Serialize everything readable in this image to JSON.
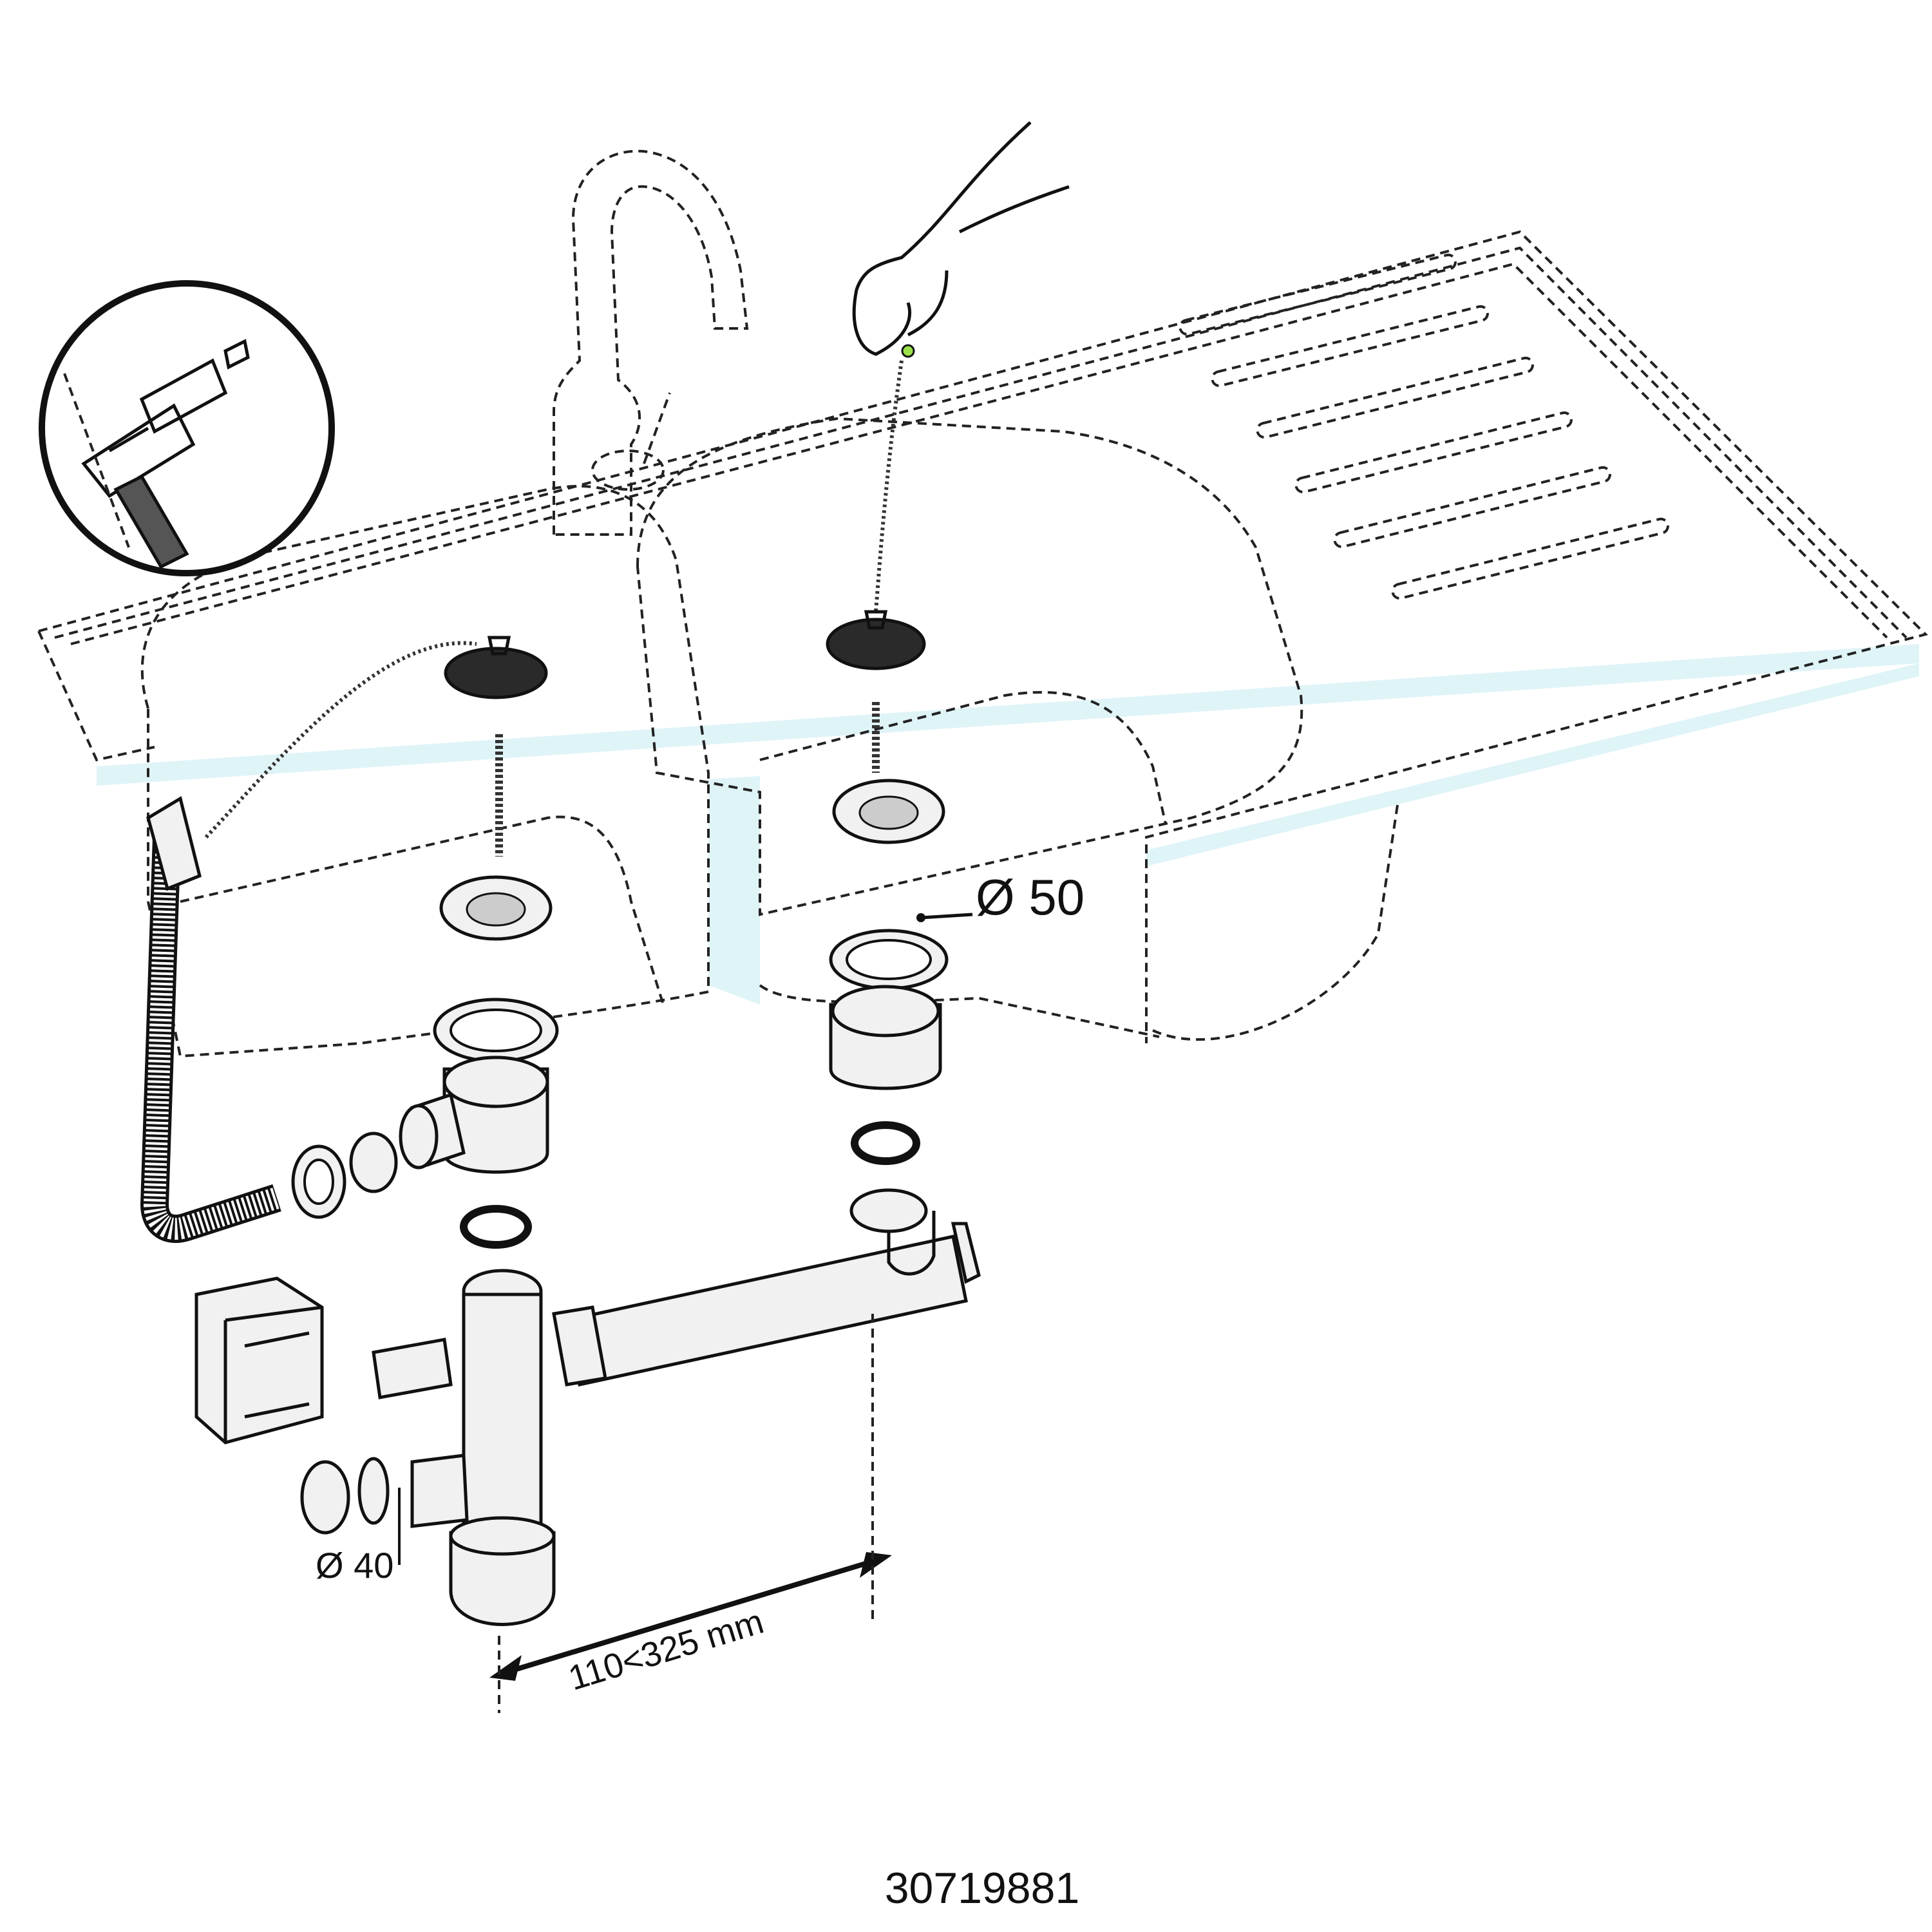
{
  "diagram": {
    "labels": {
      "outlet_diameter": "Ø 50",
      "waste_diameter": "Ø 40",
      "spacing_range": "110<325 mm",
      "article_number": "30719881"
    },
    "colors": {
      "line": "#111111",
      "water_tint": "#dff4f7",
      "part_fill": "#f1f1f1",
      "stopper": "#2a2a2a",
      "pull_ring_highlight": "#9be04a"
    },
    "icons": [
      "hand-icon",
      "washing-machine-icon",
      "detail-magnifier-icon"
    ]
  }
}
